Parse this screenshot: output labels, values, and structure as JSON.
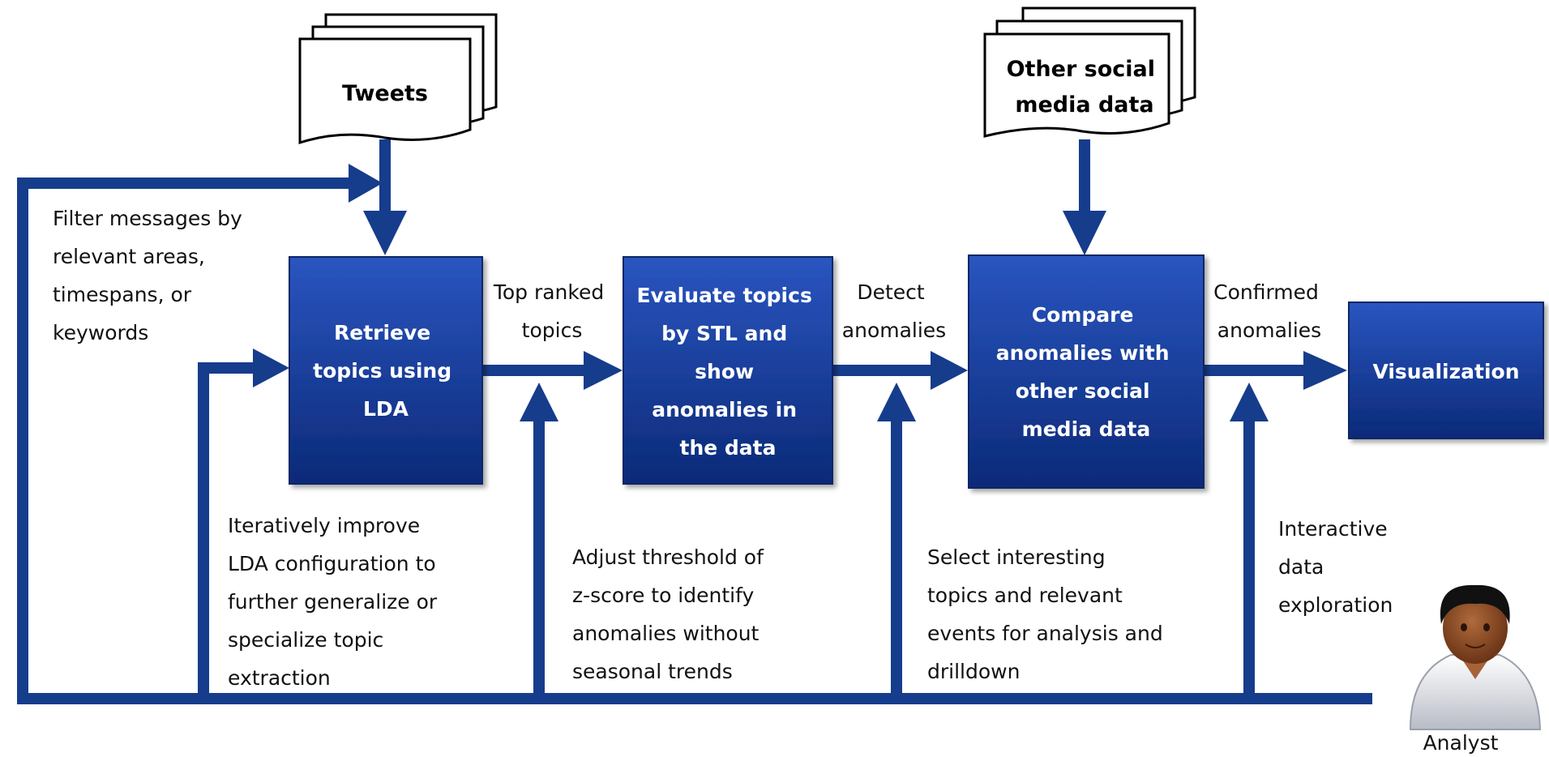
{
  "colors": {
    "flow": "#163c8c",
    "box_top": "#2a55c0",
    "box_bottom": "#0b2a78",
    "box_text": "#ffffff"
  },
  "sources": {
    "tweets": [
      "Tweets"
    ],
    "other": [
      "Other social",
      "media data"
    ]
  },
  "steps": {
    "retrieve": [
      "Retrieve",
      "topics using",
      "LDA"
    ],
    "evaluate": [
      "Evaluate topics",
      "by STL and",
      "show",
      "anomalies in",
      "the data"
    ],
    "compare": [
      "Compare",
      "anomalies with",
      "other social",
      "media data"
    ],
    "visualization": [
      "Visualization"
    ]
  },
  "flow_labels": {
    "top_ranked": [
      "Top ranked",
      "topics"
    ],
    "detect": [
      "Detect",
      "anomalies"
    ],
    "confirmed": [
      "Confirmed",
      "anomalies"
    ]
  },
  "feedback": {
    "filter": [
      "Filter messages by",
      "relevant areas,",
      "timespans, or",
      "keywords"
    ],
    "iterate": [
      "Iteratively improve",
      "LDA configuration to",
      "further generalize or",
      "specialize topic",
      "extraction"
    ],
    "threshold": [
      "Adjust threshold of",
      "z-score to identify",
      "anomalies without",
      "seasonal trends"
    ],
    "select": [
      "Select interesting",
      "topics and relevant",
      "events for analysis and",
      "drilldown"
    ],
    "interactive": [
      "Interactive",
      "data",
      "exploration"
    ]
  },
  "analyst": {
    "label": "Analyst",
    "icon": "analyst-person-icon"
  }
}
